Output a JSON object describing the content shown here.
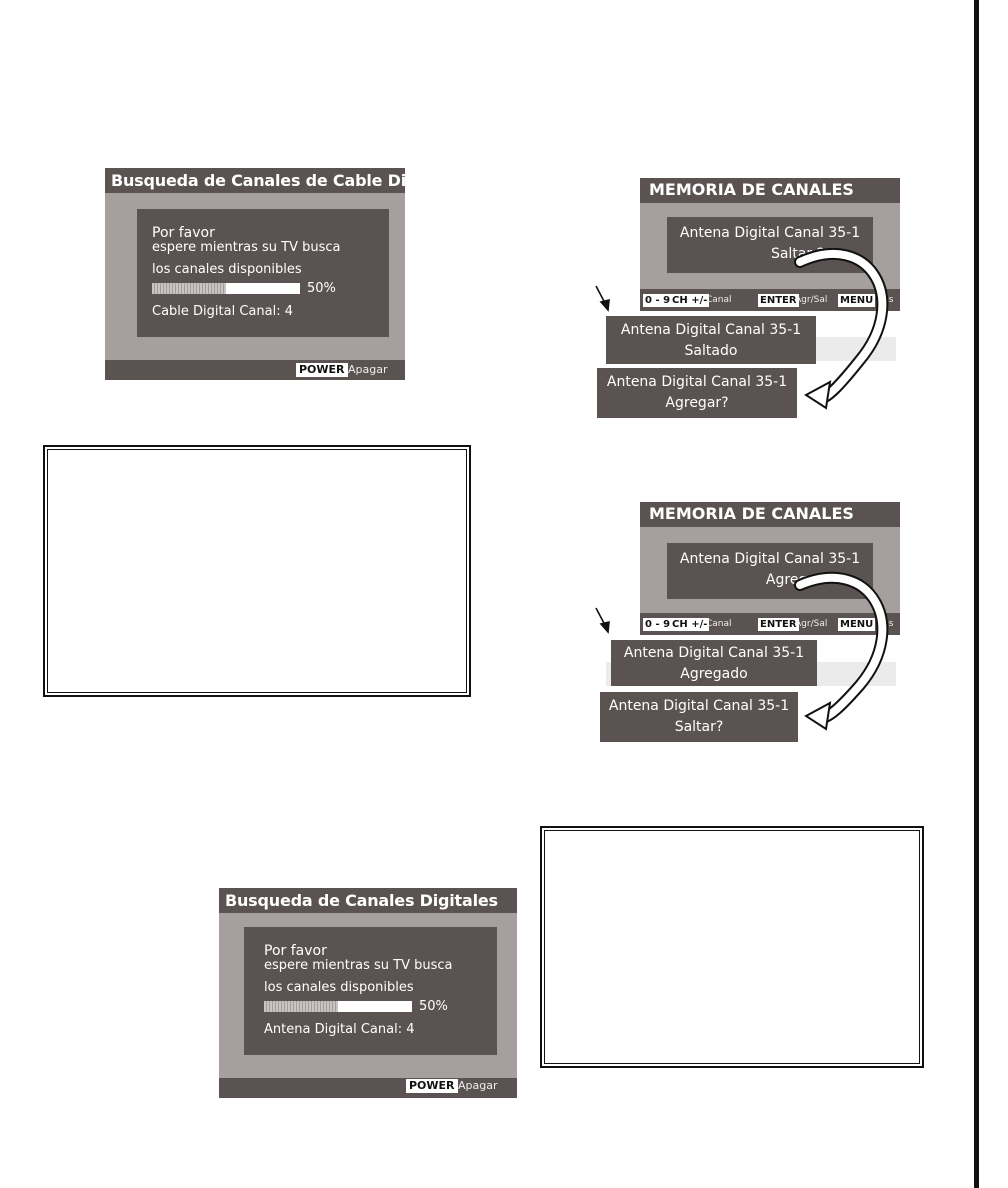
{
  "cable_scan": {
    "title": "Busqueda de Canales de Cable Digitales",
    "line1": "Por favor",
    "line2": "espere mientras su TV busca",
    "line3": "los canales disponibles",
    "progress_pct": 50,
    "progress_label": "50%",
    "channel_status": "Cable Digital Canal: 4",
    "power_key": "POWER",
    "power_label": "Apagar"
  },
  "antenna_scan": {
    "title": "Busqueda de Canales Digitales",
    "line1": "Por favor",
    "line2": "espere mientras su TV busca",
    "line3": "los canales disponibles",
    "progress_pct": 50,
    "progress_label": "50%",
    "channel_status": "Antena Digital Canal: 4",
    "power_key": "POWER",
    "power_label": "Apagar"
  },
  "memory_skip": {
    "title": "MEMORIA DE CANALES",
    "dialog_line1": "Antena Digital Canal 35-1",
    "dialog_line2": "Saltar ?",
    "hint_digits": "0 - 9",
    "hint_ch": "CH +/-",
    "hint_ch_label": "Canal",
    "hint_enter": "ENTER",
    "hint_enter_label": "Agr/Sal",
    "hint_menu": "MENU",
    "hint_menu_label": "tras",
    "result_line1": "Antena Digital Canal 35-1",
    "result_line2": "Saltado",
    "next_line1": "Antena Digital Canal 35-1",
    "next_line2": "Agregar?"
  },
  "memory_add": {
    "title": "MEMORIA DE CANALES",
    "dialog_line1": "Antena Digital Canal 35-1",
    "dialog_line2": "Agregar?",
    "hint_digits": "0 - 9",
    "hint_ch": "CH +/-",
    "hint_ch_label": "Canal",
    "hint_enter": "ENTER",
    "hint_enter_label": "Agr/Sal",
    "hint_menu": "MENU",
    "hint_menu_label": "tras",
    "result_line1": "Antena Digital Canal 35-1",
    "result_line2": "Agregado",
    "next_line1": "Antena Digital Canal 35-1",
    "next_line2": "Saltar?"
  }
}
